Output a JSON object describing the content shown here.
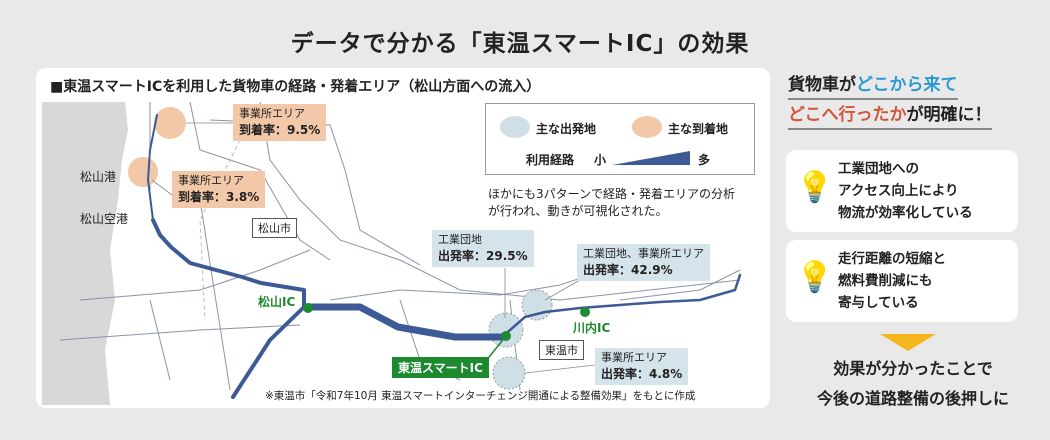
{
  "title": "データで分かる「東温スマートIC」の効果",
  "map": {
    "heading": "■東温スマートICを利用した貨物車の経路・発着エリア（松山方面への流入）",
    "legend": {
      "departure": "主な出発地",
      "arrival": "主な到着地",
      "route_label": "利用経路",
      "small": "小",
      "large": "多"
    },
    "note": "ほかにも3パターンで経路・発着エリアの分析が行われ、動きが可視化された。",
    "places": {
      "port": "松山港",
      "airport": "松山空港",
      "matsuyama_city": "松山市",
      "toon_city": "東温市"
    },
    "ics": {
      "matsuyama": "松山IC",
      "smart": "東温スマートIC",
      "kawauchi": "川内IC"
    },
    "areas": [
      {
        "name": "事業所エリア",
        "rate": "到着率：9.5%"
      },
      {
        "name": "事業所エリア",
        "rate": "到着率：3.8%"
      },
      {
        "name": "工業団地",
        "rate": "出発率：29.5%"
      },
      {
        "name": "工業団地、事業所エリア",
        "rate": "出発率：42.9%"
      },
      {
        "name": "事業所エリア",
        "rate": "出発率：4.8%"
      }
    ],
    "source": "※東温市「令和7年10月 東温スマートインターチェンジ開通による整備効果」をもとに作成"
  },
  "side": {
    "h1_a": "貨物車が",
    "h1_b": "どこから来て",
    "h2_a": "どこへ行ったか",
    "h2_b": "が明確に！",
    "tips": [
      [
        "工業団地への",
        "アクセス向上により",
        "物流が効率化している"
      ],
      [
        "走行距離の短縮と",
        "燃料費削減にも",
        "寄与している"
      ]
    ],
    "conclusion": [
      "効果が分かったことで",
      "今後の道路整備の後押しに"
    ]
  },
  "colors": {
    "route": "#3d5a96",
    "green": "#1e8a30",
    "blue_text": "#2a9ad0",
    "red_text": "#d0563a",
    "arrow": "#f5b81c"
  }
}
